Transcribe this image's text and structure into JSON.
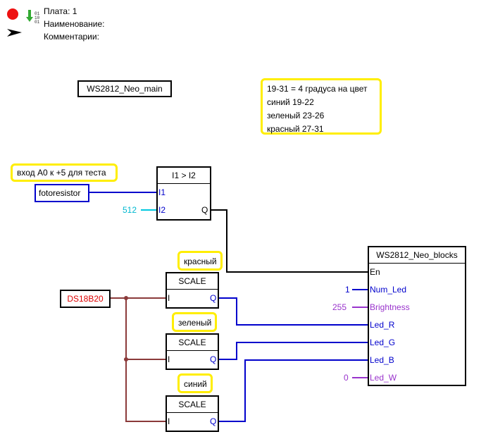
{
  "header": {
    "board_label": "Плата: 1",
    "name_label": "Наименование:",
    "comments_label": "Комментарии:"
  },
  "program_name": "WS2812_Neo_main",
  "note_colors": {
    "lines": [
      "19-31 = 4 градуса на цвет",
      "синий 19-22",
      "зеленый 23-26",
      "красный 27-31"
    ]
  },
  "note_test": "вход A0 к +5 для теста",
  "inputs": {
    "fotoresistor": "fotoresistor",
    "ds18b20": "DS18B20"
  },
  "comparator": {
    "title": "I1 > I2",
    "in1": "I1",
    "in2": "I2",
    "out": "Q",
    "const_i2": "512"
  },
  "scale_blocks": [
    {
      "caption": "красный",
      "title": "SCALE",
      "in": "I",
      "out": "Q"
    },
    {
      "caption": "зеленый",
      "title": "SCALE",
      "in": "I",
      "out": "Q"
    },
    {
      "caption": "синий",
      "title": "SCALE",
      "in": "I",
      "out": "Q"
    }
  ],
  "neo_block": {
    "title": "WS2812_Neo_blocks",
    "pins": [
      "En",
      "Num_Led",
      "Brightness",
      "Led_R",
      "Led_G",
      "Led_B",
      "Led_W"
    ],
    "const_num_led": "1",
    "const_brightness": "255",
    "const_led_w": "0"
  },
  "colors": {
    "wire_black": "#000000",
    "wire_blue": "#0000cc",
    "wire_brown": "#8b3a3a",
    "wire_violet": "#9933cc",
    "wire_cyan": "#00c8e0",
    "note_border": "#ffee00",
    "ds18b20_text": "#dd0000"
  }
}
